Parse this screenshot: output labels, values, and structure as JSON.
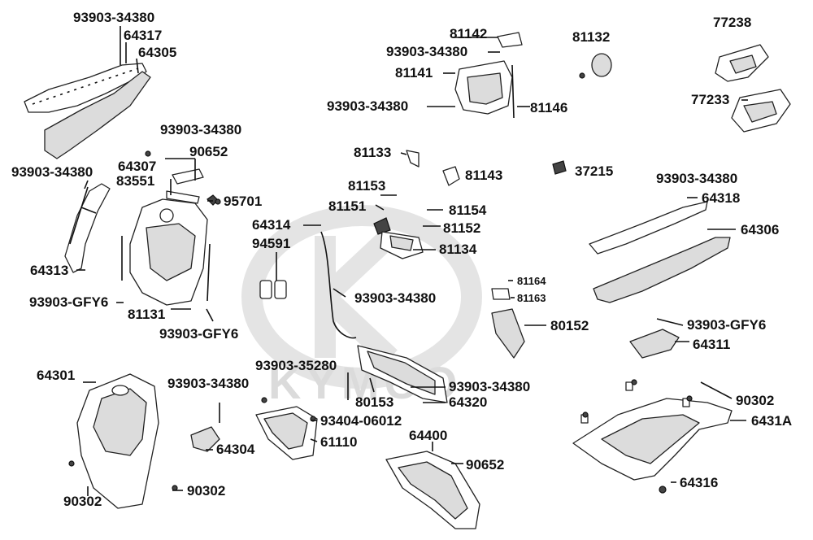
{
  "diagram": {
    "watermark": "KYMCO",
    "labels": [
      {
        "id": "l01",
        "text": "93903-34380"
      },
      {
        "id": "l02",
        "text": "64317"
      },
      {
        "id": "l03",
        "text": "64305"
      },
      {
        "id": "l04",
        "text": "93903-34380"
      },
      {
        "id": "l05",
        "text": "64313"
      },
      {
        "id": "l06",
        "text": "93903-34380"
      },
      {
        "id": "l07",
        "text": "90652"
      },
      {
        "id": "l08",
        "text": "64307"
      },
      {
        "id": "l09",
        "text": "83551"
      },
      {
        "id": "l10",
        "text": "95701"
      },
      {
        "id": "l11",
        "text": "64314"
      },
      {
        "id": "l12",
        "text": "94591"
      },
      {
        "id": "l13",
        "text": "93903-GFY6"
      },
      {
        "id": "l14",
        "text": "81131"
      },
      {
        "id": "l15",
        "text": "93903-GFY6"
      },
      {
        "id": "l16",
        "text": "93903-34380"
      },
      {
        "id": "l17",
        "text": "81142"
      },
      {
        "id": "l18",
        "text": "93903-34380"
      },
      {
        "id": "l19",
        "text": "81141"
      },
      {
        "id": "l20",
        "text": "93903-34380"
      },
      {
        "id": "l21",
        "text": "81146"
      },
      {
        "id": "l22",
        "text": "81132"
      },
      {
        "id": "l23",
        "text": "77238"
      },
      {
        "id": "l24",
        "text": "77233"
      },
      {
        "id": "l25",
        "text": "81133"
      },
      {
        "id": "l26",
        "text": "81143"
      },
      {
        "id": "l27",
        "text": "37215"
      },
      {
        "id": "l28",
        "text": "81153"
      },
      {
        "id": "l29",
        "text": "81151"
      },
      {
        "id": "l30",
        "text": "81154"
      },
      {
        "id": "l31",
        "text": "81152"
      },
      {
        "id": "l32",
        "text": "81134"
      },
      {
        "id": "l33",
        "text": "93903-34380"
      },
      {
        "id": "l34",
        "text": "64318"
      },
      {
        "id": "l35",
        "text": "64306"
      },
      {
        "id": "l36",
        "text": "81164"
      },
      {
        "id": "l37",
        "text": "81163"
      },
      {
        "id": "l38",
        "text": "80152"
      },
      {
        "id": "l39",
        "text": "93903-GFY6"
      },
      {
        "id": "l40",
        "text": "64311"
      },
      {
        "id": "l41",
        "text": "64301"
      },
      {
        "id": "l42",
        "text": "93903-34380"
      },
      {
        "id": "l43",
        "text": "64304"
      },
      {
        "id": "l44",
        "text": "93903-35280"
      },
      {
        "id": "l45",
        "text": "93404-06012"
      },
      {
        "id": "l46",
        "text": "61110"
      },
      {
        "id": "l47",
        "text": "80153"
      },
      {
        "id": "l48",
        "text": "93903-34380"
      },
      {
        "id": "l49",
        "text": "64320"
      },
      {
        "id": "l50",
        "text": "64400"
      },
      {
        "id": "l51",
        "text": "90652"
      },
      {
        "id": "l52",
        "text": "90302"
      },
      {
        "id": "l53",
        "text": "6431A"
      },
      {
        "id": "l54",
        "text": "64316"
      },
      {
        "id": "l55",
        "text": "90302"
      },
      {
        "id": "l56",
        "text": "90302"
      }
    ]
  }
}
